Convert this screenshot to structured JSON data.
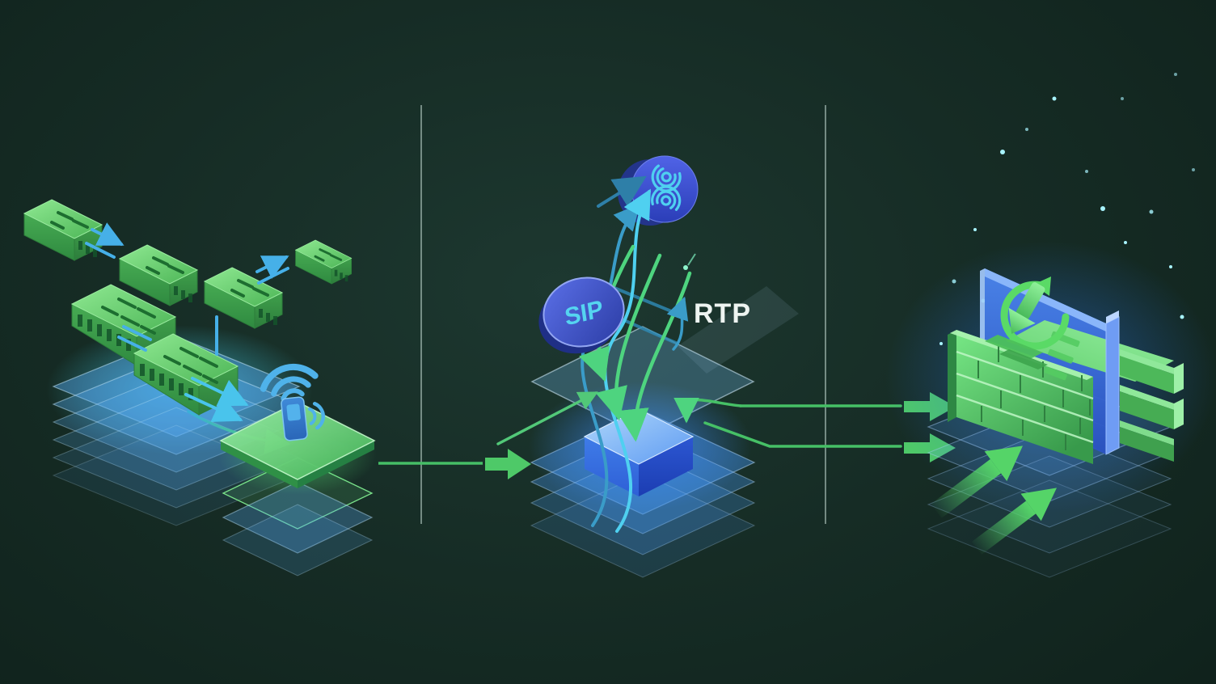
{
  "diagram": {
    "type": "isometric-network-flow-illustration",
    "labels": {
      "sip": "SIP",
      "rtp": "RTP"
    },
    "palette": {
      "background": "#152a24",
      "accent_green": "#4fc968",
      "accent_teal": "#3aa8d8",
      "accent_cyan": "#4fd0f0",
      "accent_blue": "#3558d4",
      "cube_blue": "#3f7fe8",
      "glow_blue": "#2e8cf0",
      "text_white": "#eef4f1"
    },
    "icons": [
      "network-box-icon",
      "wifi-signal-icon",
      "radio-device-icon",
      "vortex-disc-icon",
      "sip-badge",
      "processing-cube-icon",
      "refresh-download-icon",
      "brick-wall-icon",
      "block-arrow-icon",
      "up-right-arrow-icon",
      "sparkle-dot"
    ],
    "sections": {
      "left": "device boxes with data-flow arrows over glowing layer stack and gateway platform",
      "middle": "signal curves labelled SIP / RTP flowing into glowing processing cube",
      "right": "brick storage stack with blue panel, refresh icon, sparkles and layered base"
    }
  }
}
